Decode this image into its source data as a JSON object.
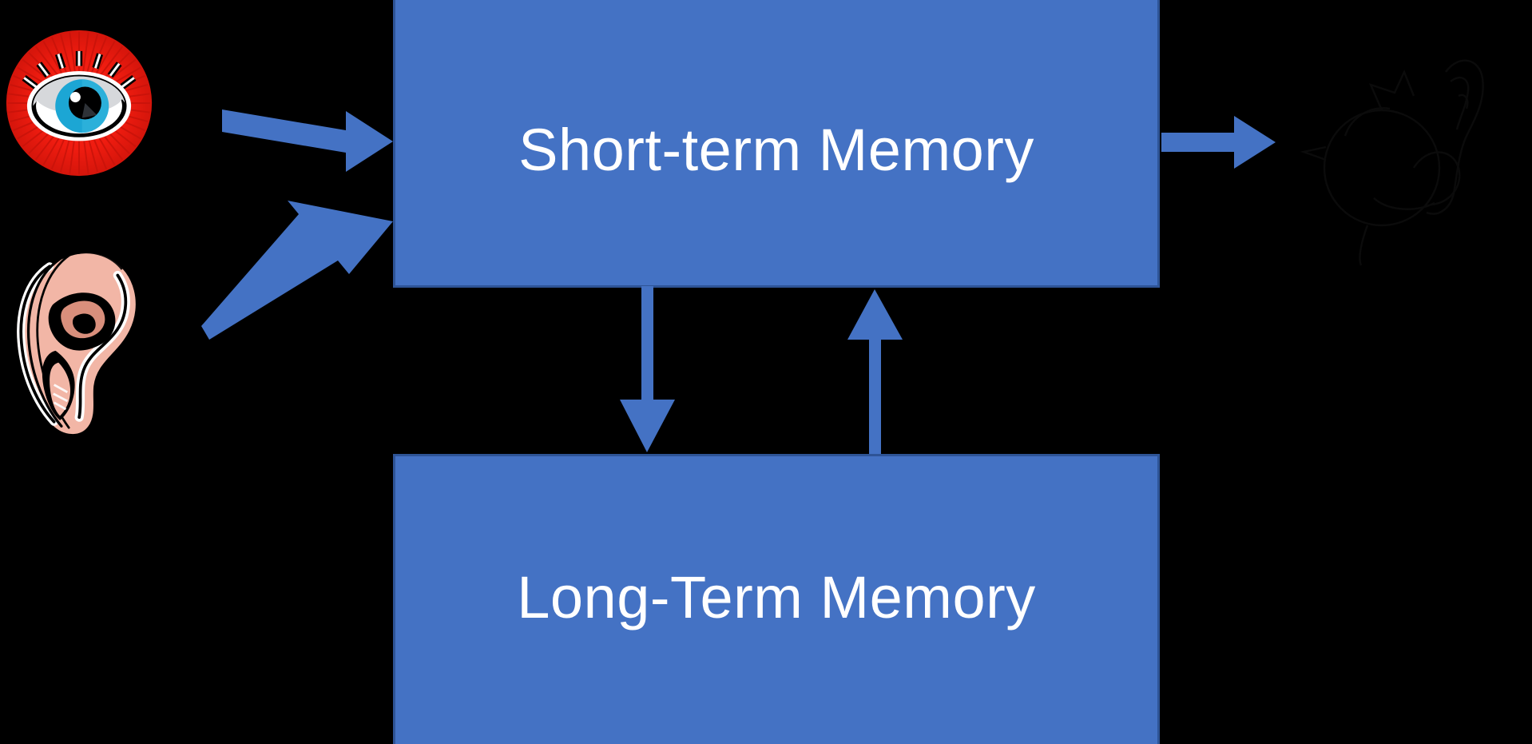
{
  "diagram": {
    "title": "Memory Model Diagram",
    "background_color": "#000000",
    "accent_color": "#4472C4",
    "box_border_color": "#2E5496",
    "label_color": "#FFFFFF"
  },
  "boxes": [
    {
      "id": "short-term-memory",
      "label": "Short-term Memory",
      "fill": "#4472C4",
      "border": "#2E5496",
      "text_color": "#FFFFFF"
    },
    {
      "id": "long-term-memory",
      "label": "Long-Term Memory",
      "fill": "#4472C4",
      "border": "#2E5496",
      "text_color": "#FFFFFF"
    }
  ],
  "icons": [
    {
      "id": "eye-icon",
      "name": "eye-icon",
      "meaning": "visual input",
      "colors": {
        "burst": "#F01C10",
        "burst_dark": "#C8130A",
        "sclera": "#FFFFFF",
        "sclera_shade": "#D6D8DB",
        "iris": "#1CA6D4",
        "iris_dark": "#1B8CB8",
        "pupil": "#000000",
        "highlight": "#FFFFFF",
        "lashes": "#000000"
      }
    },
    {
      "id": "ear-icon",
      "name": "ear-icon",
      "meaning": "auditory input",
      "colors": {
        "skin": "#F2B6A6",
        "skin_shade": "#D98F7C",
        "line": "#000000",
        "highlight": "#FFFFFF"
      }
    },
    {
      "id": "output-graphic",
      "name": "output-response-icon",
      "meaning": "output / response",
      "colors": {
        "line": "#050505"
      }
    }
  ],
  "arrows": [
    {
      "id": "eye-to-stm",
      "name": "arrow-eye-to-short-term-memory",
      "from": "eye-icon",
      "to": "short-term-memory",
      "color": "#4472C4",
      "direction": "right-slight-down"
    },
    {
      "id": "ear-to-stm",
      "name": "arrow-ear-to-short-term-memory",
      "from": "ear-icon",
      "to": "short-term-memory",
      "color": "#4472C4",
      "direction": "up-right"
    },
    {
      "id": "stm-to-output",
      "name": "arrow-short-term-memory-to-output",
      "from": "short-term-memory",
      "to": "output-graphic",
      "color": "#4472C4",
      "direction": "right"
    },
    {
      "id": "stm-to-ltm",
      "name": "arrow-short-term-memory-to-long-term-memory",
      "from": "short-term-memory",
      "to": "long-term-memory",
      "color": "#4472C4",
      "direction": "down"
    },
    {
      "id": "ltm-to-stm",
      "name": "arrow-long-term-memory-to-short-term-memory",
      "from": "long-term-memory",
      "to": "short-term-memory",
      "color": "#4472C4",
      "direction": "up"
    }
  ]
}
